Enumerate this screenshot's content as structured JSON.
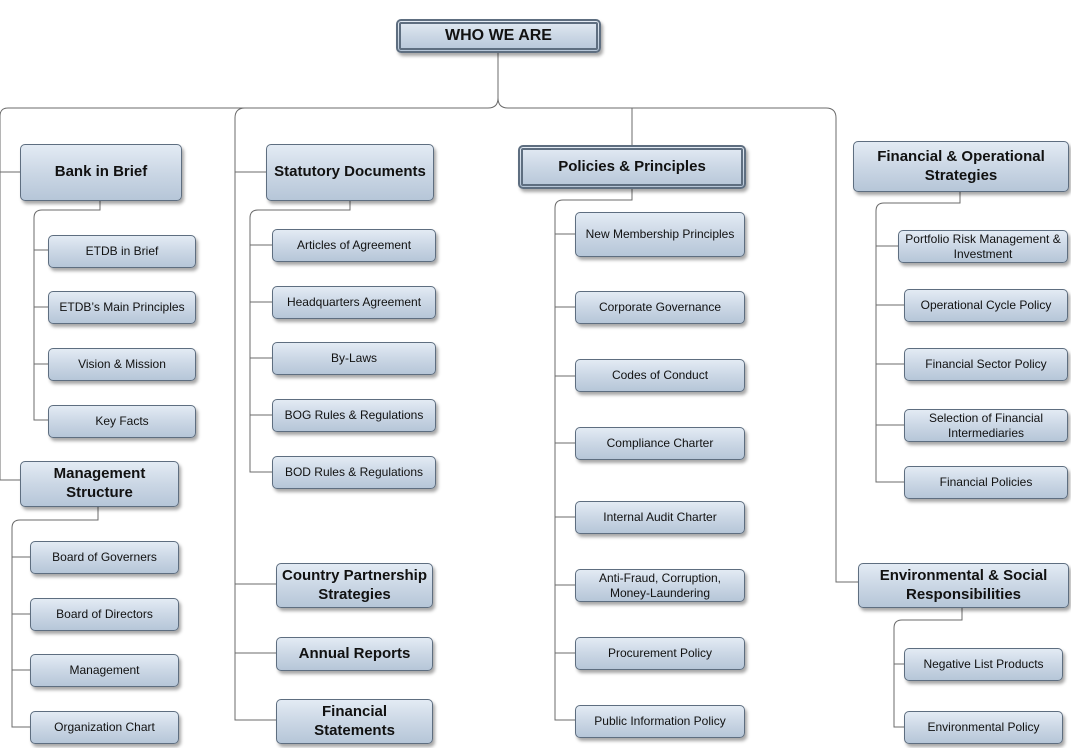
{
  "root": "WHO WE ARE",
  "bank_in_brief": {
    "title": "Bank in Brief",
    "items": [
      "ETDB in Brief",
      "ETDB’s Main Principles",
      "Vision & Mission",
      "Key Facts"
    ]
  },
  "management_structure": {
    "title": "Management Structure",
    "items": [
      "Board of Governers",
      "Board of Directors",
      "Management",
      "Organization Chart"
    ]
  },
  "statutory_documents": {
    "title": "Statutory Documents",
    "items": [
      "Articles of Agreement",
      "Headquarters Agreement",
      "By-Laws",
      "BOG Rules & Regulations",
      "BOD Rules & Regulations"
    ]
  },
  "country_partnership": {
    "title": "Country Partnership Strategies"
  },
  "annual_reports": {
    "title": "Annual Reports"
  },
  "financial_statements": {
    "title": "Financial Statements"
  },
  "policies_principles": {
    "title": "Policies & Principles",
    "items": [
      "New Membership Principles",
      "Corporate Governance",
      "Codes of Conduct",
      "Compliance Charter",
      "Internal Audit Charter",
      "Anti-Fraud, Corruption, Money-Laundering",
      "Procurement Policy",
      "Public Information Policy"
    ]
  },
  "financial_operational": {
    "title": "Financial & Operational Strategies",
    "items": [
      "Portfolio Risk Management &  Investment",
      "Operational Cycle Policy",
      "Financial Sector Policy",
      "Selection of Financial Intermediaries",
      "Financial Policies"
    ]
  },
  "environmental_social": {
    "title": "Environmental & Social Responsibilities",
    "items": [
      "Negative List Products",
      "Environmental Policy"
    ]
  }
}
